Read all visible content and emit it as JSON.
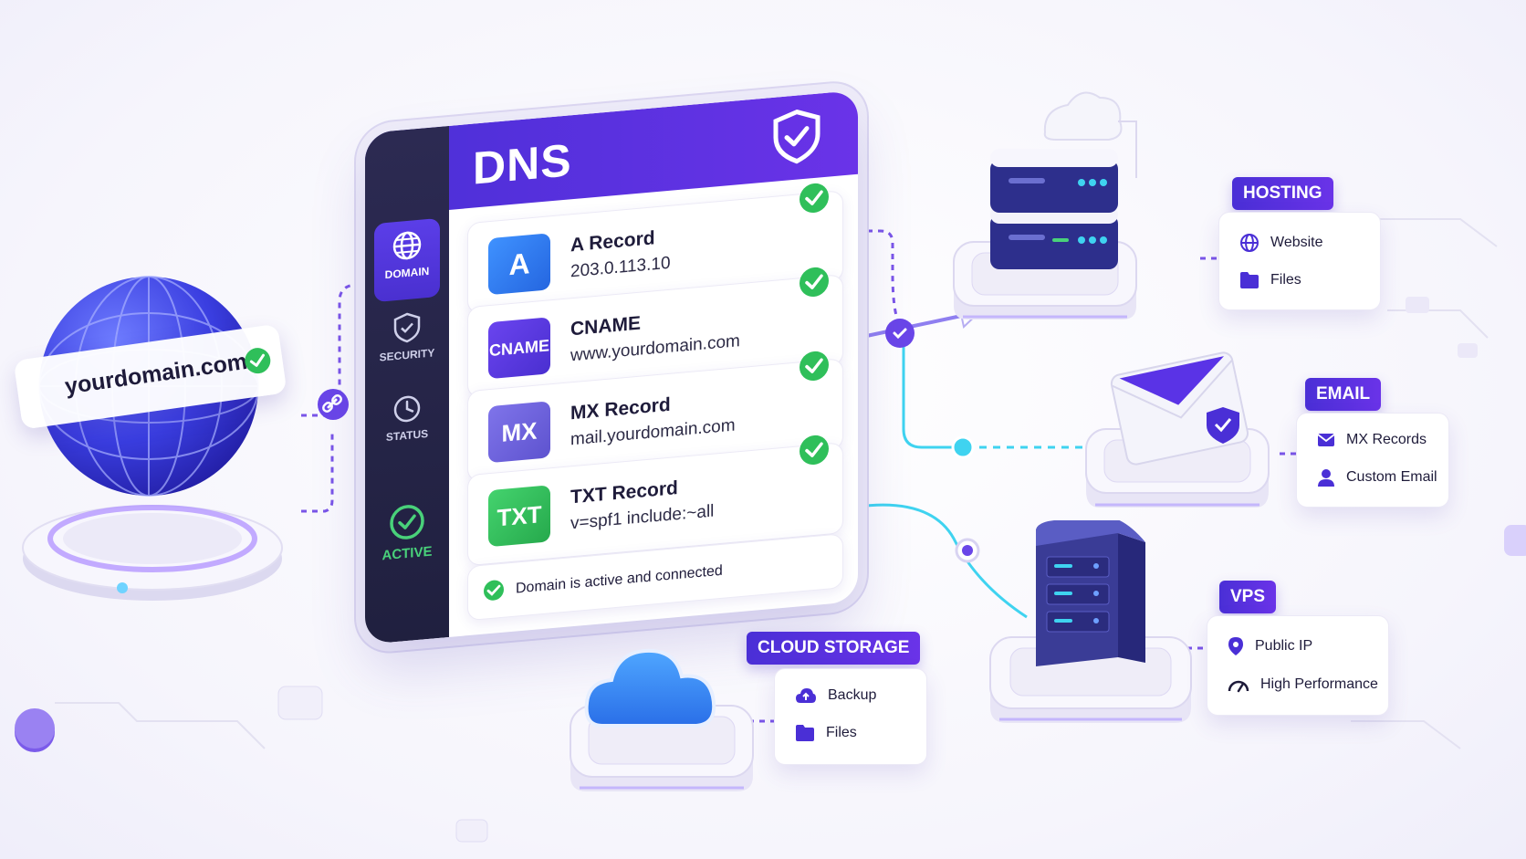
{
  "dns": {
    "title": "DNS",
    "sidebar": [
      {
        "label": "DOMAIN",
        "icon": "globe-icon",
        "selected": true
      },
      {
        "label": "SECURITY",
        "icon": "shield-check-icon",
        "selected": false
      },
      {
        "label": "STATUS",
        "icon": "clock-icon",
        "selected": false
      },
      {
        "label": "ACTIVE",
        "icon": "check-circle-icon",
        "selected": false
      }
    ],
    "records": [
      {
        "badge": "A",
        "name": "A Record",
        "value": "203.0.113.10",
        "color": "#2f7ef2"
      },
      {
        "badge": "CNAME",
        "name": "CNAME",
        "value": "www.yourdomain.com",
        "color": "#5a36e0"
      },
      {
        "badge": "MX",
        "name": "MX Record",
        "value": "mail.yourdomain.com",
        "color": "#6b5fd8"
      },
      {
        "badge": "TXT",
        "name": "TXT Record",
        "value": "v=spf1 include:~all",
        "color": "#2fbf5a"
      }
    ],
    "status": "Domain is active and connected"
  },
  "domain": {
    "name": "yourdomain.com"
  },
  "services": {
    "hosting": {
      "label": "HOSTING",
      "items": [
        "Website",
        "Files"
      ]
    },
    "email": {
      "label": "EMAIL",
      "items": [
        "MX Records",
        "Custom Email"
      ]
    },
    "vps": {
      "label": "VPS",
      "items": [
        "Public IP",
        "High Performance"
      ]
    },
    "cloud": {
      "label": "CLOUD STORAGE",
      "items": [
        "Backup",
        "Files"
      ]
    }
  },
  "colors": {
    "primary": "#5a33e6",
    "sidebar": "#24233f",
    "success": "#2fbf5a",
    "cyan": "#3fd3f0"
  }
}
